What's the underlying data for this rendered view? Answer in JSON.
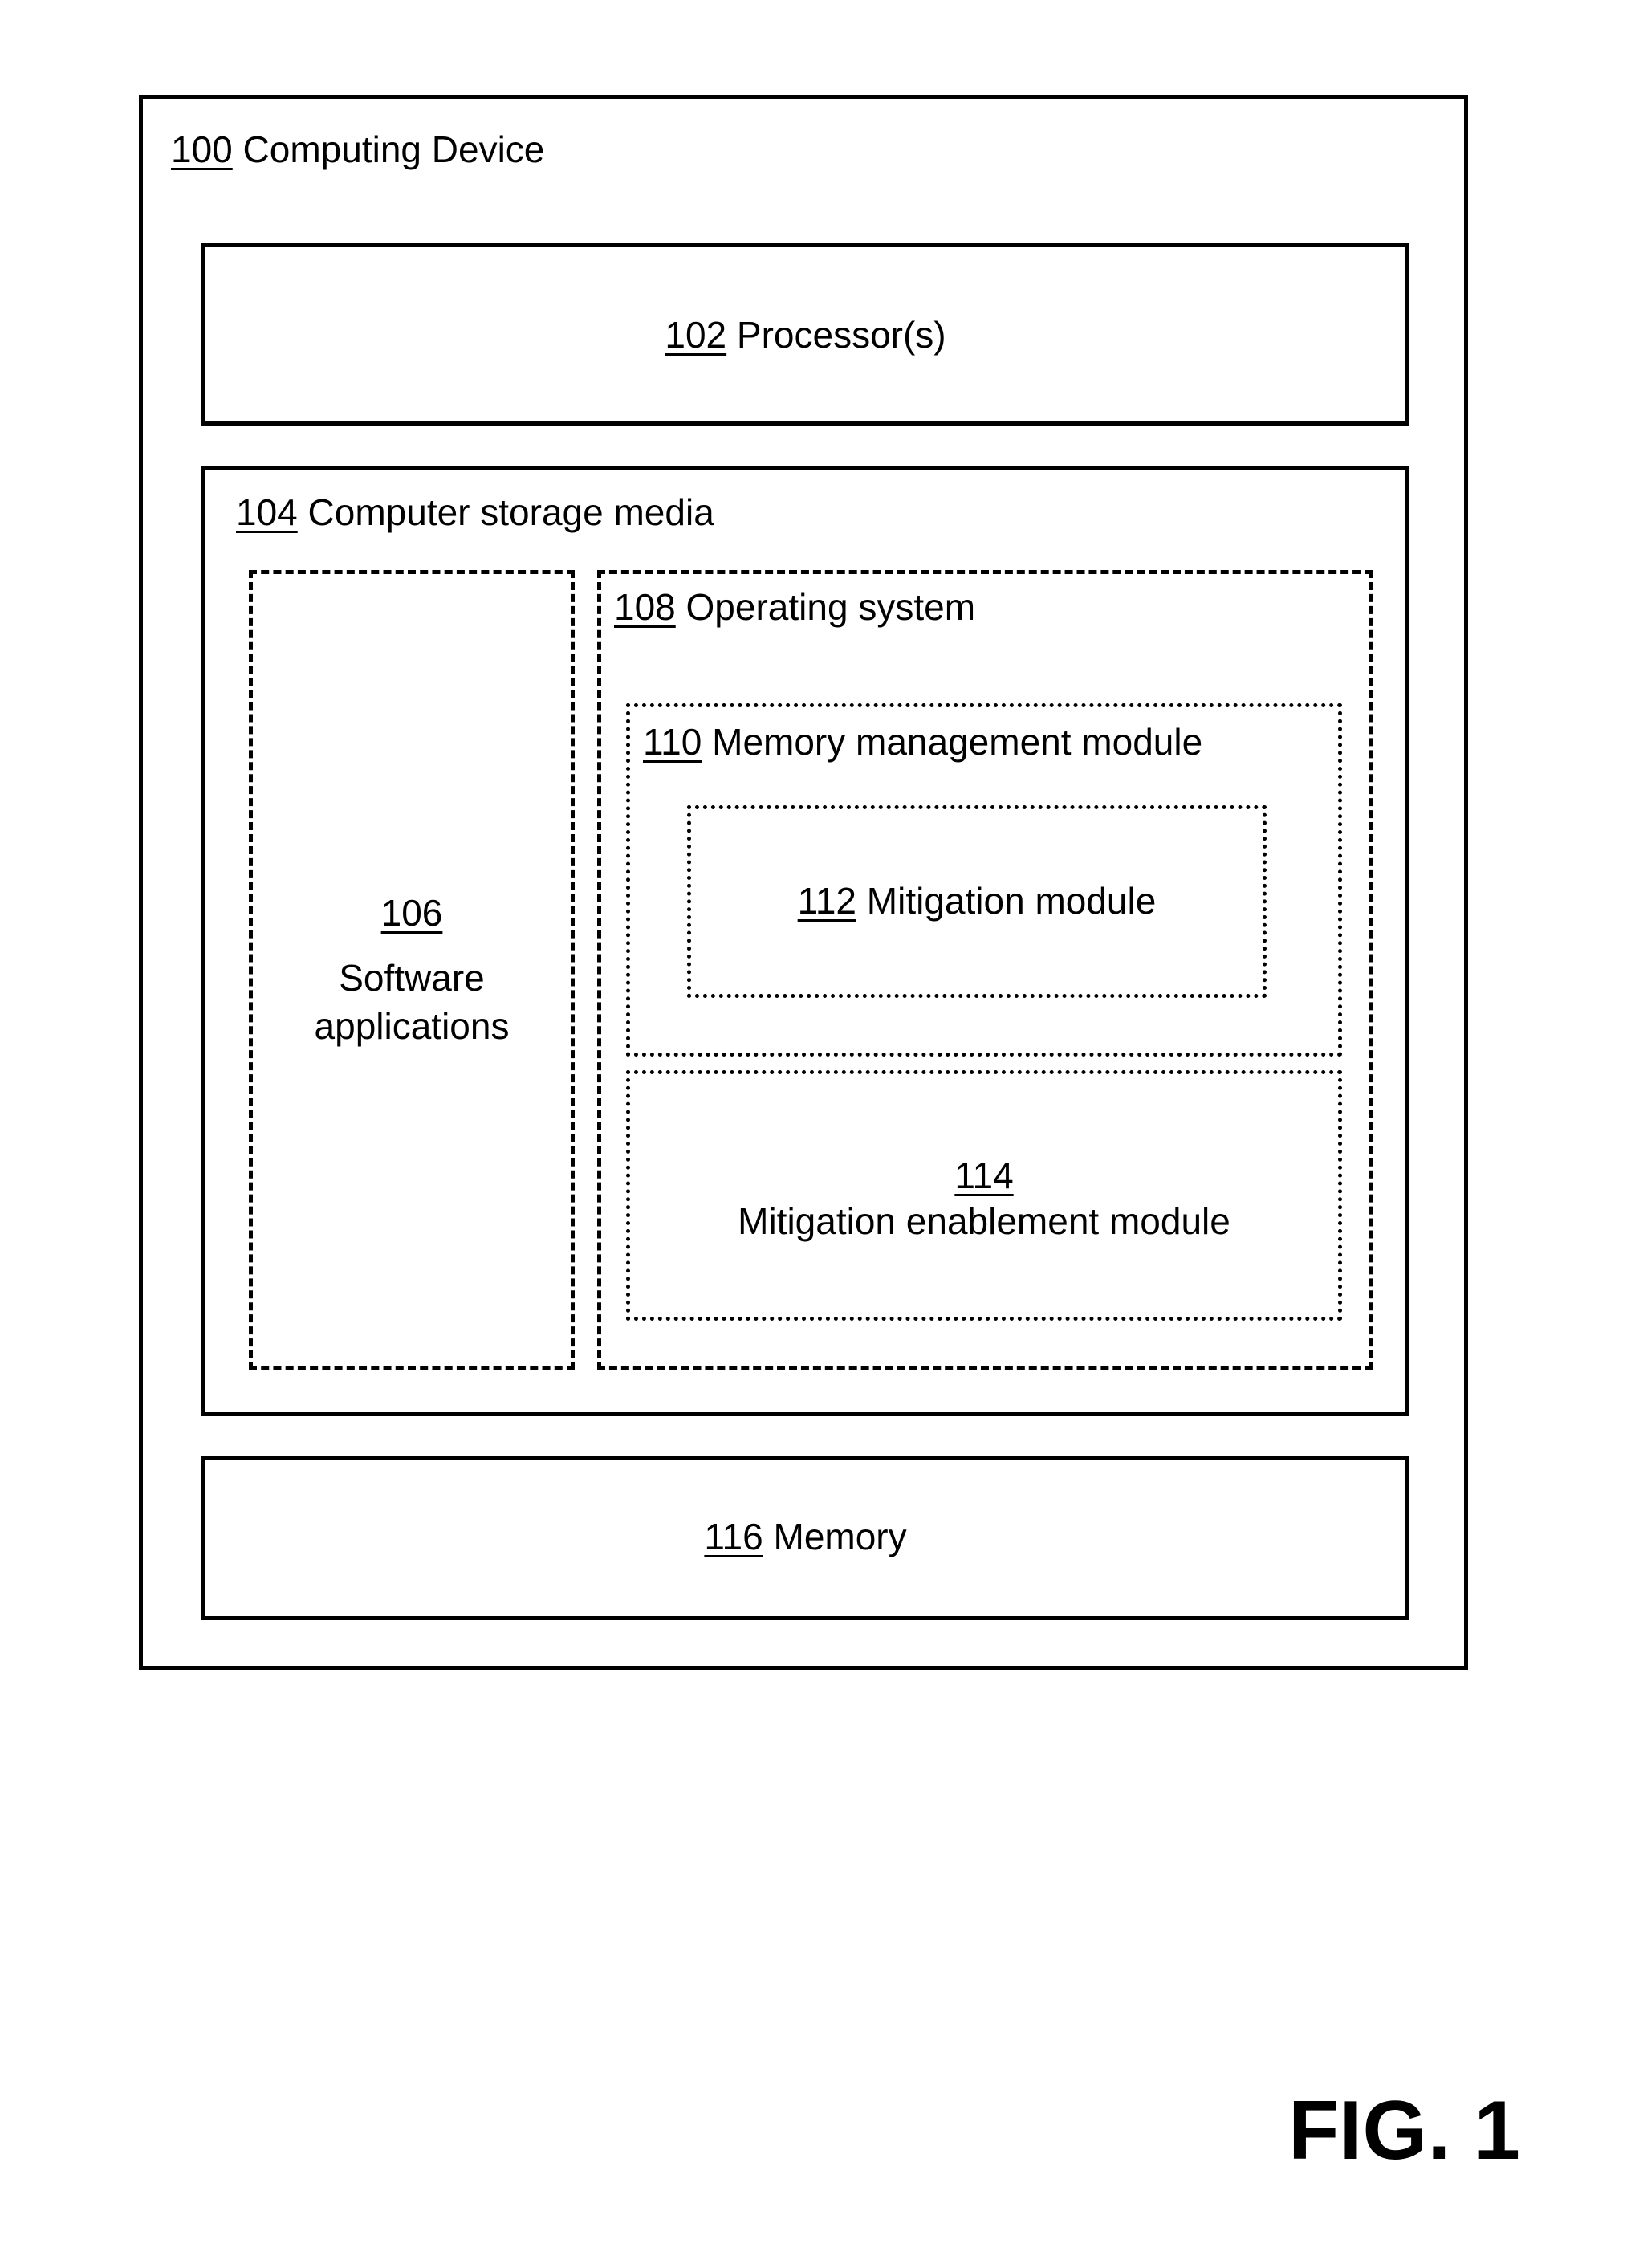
{
  "figure_label": "FIG. 1",
  "computing_device": {
    "ref": "100",
    "name": "Computing Device"
  },
  "processor": {
    "ref": "102",
    "name": "Processor(s)"
  },
  "storage": {
    "ref": "104",
    "name": "Computer storage media"
  },
  "software": {
    "ref": "106",
    "line1": "Software",
    "line2": "applications"
  },
  "operating_system": {
    "ref": "108",
    "name": "Operating system"
  },
  "memory_management": {
    "ref": "110",
    "name": "Memory management module"
  },
  "mitigation": {
    "ref": "112",
    "name": "Mitigation module"
  },
  "mitigation_enablement": {
    "ref": "114",
    "name": "Mitigation enablement module"
  },
  "memory": {
    "ref": "116",
    "name": "Memory"
  }
}
